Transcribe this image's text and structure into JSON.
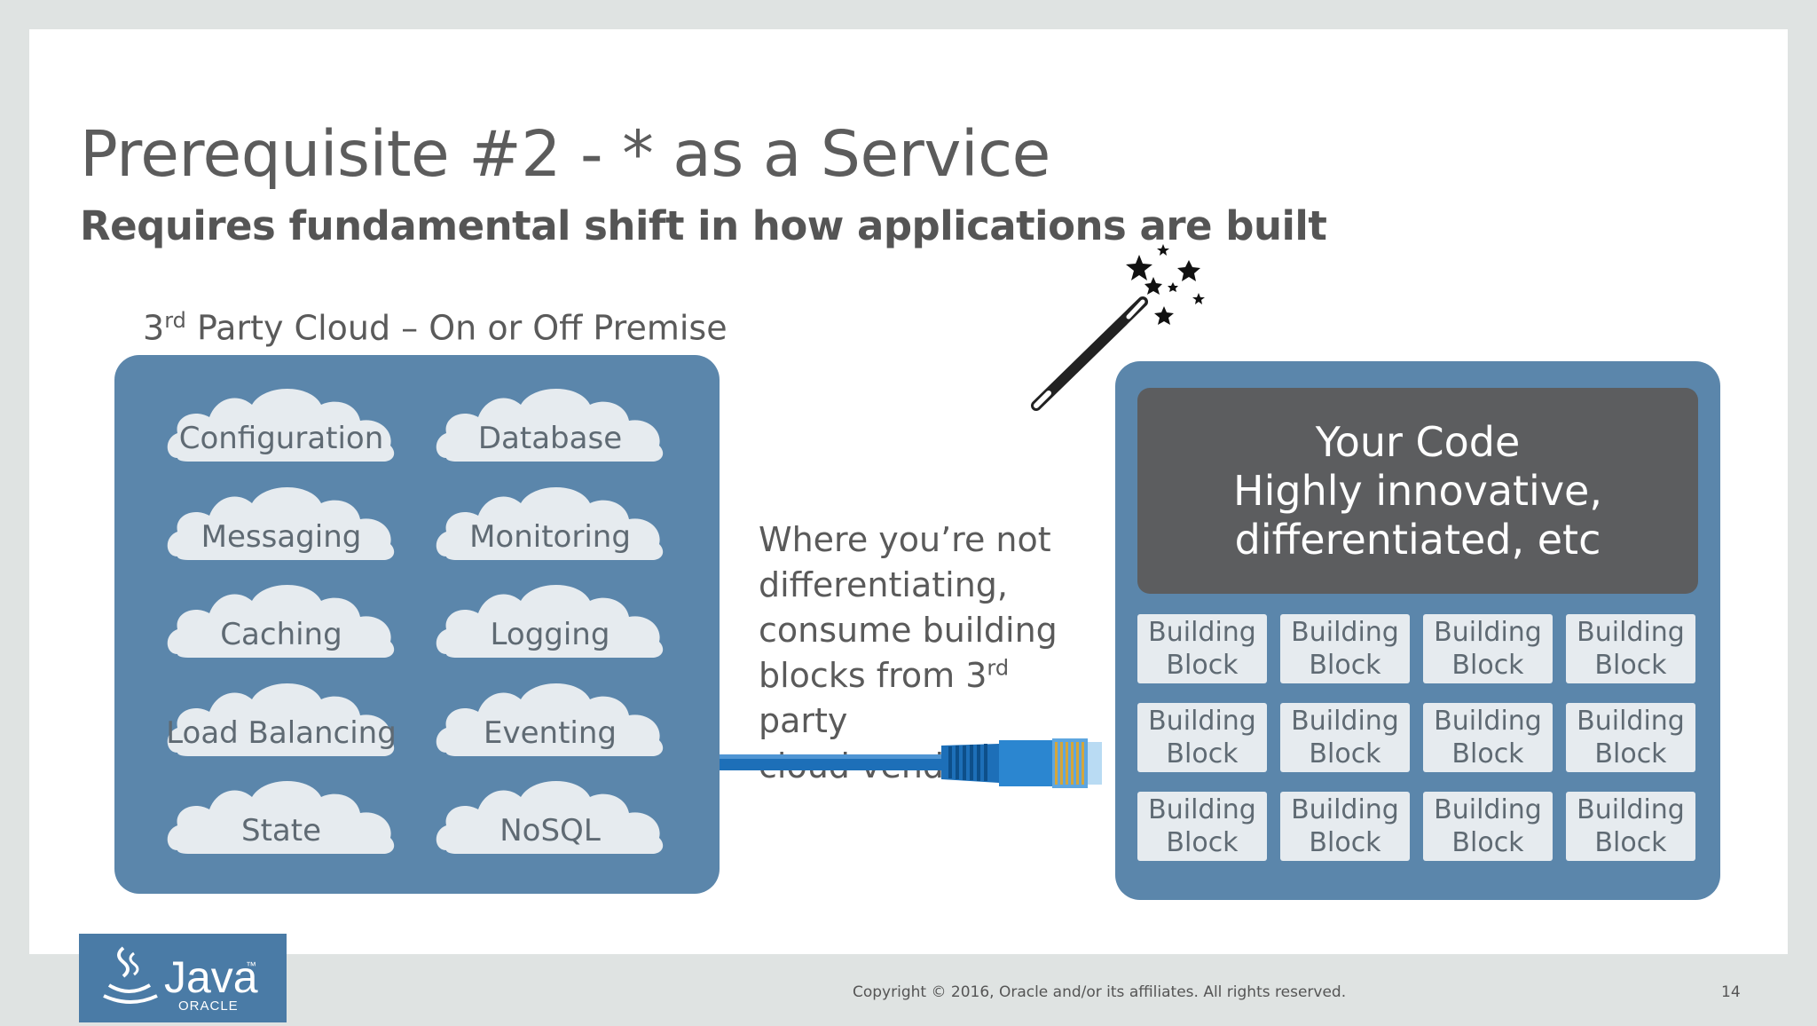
{
  "slide": {
    "title": "Prerequisite #2 - * as a Service",
    "subtitle": "Requires fundamental shift in how applications are built"
  },
  "left": {
    "label_prefix": "3",
    "label_sup": "rd",
    "label_suffix": " Party Cloud – On or Off Premise",
    "services": [
      "Configuration",
      "Database",
      "Messaging",
      "Monitoring",
      "Caching",
      "Logging",
      "Load Balancing",
      "Eventing",
      "State",
      "NoSQL"
    ]
  },
  "middle": {
    "line1": "Where you’re not",
    "line2": "differentiating,",
    "line3": "consume building",
    "line4_pre": "blocks from 3",
    "line4_sup": "rd",
    "line4_post": " party",
    "line5": "cloud vendor"
  },
  "right": {
    "code_line1": "Your Code",
    "code_line2": "Highly innovative,",
    "code_line3": "differentiated, etc",
    "block_line1": "Building",
    "block_line2": "Block",
    "block_count": 12
  },
  "logo": {
    "name": "Java",
    "tm": "™",
    "sub": "ORACLE"
  },
  "footer": {
    "copyright": "Copyright © 2016, Oracle and/or its affiliates. All rights reserved.",
    "page": "14"
  },
  "colors": {
    "panel": "#5b86ab",
    "cloud": "#e6ebef",
    "code_box": "#5c5d5f",
    "cable": "#1d6fb8"
  },
  "icons": [
    "magic-wand-icon",
    "network-cable-icon",
    "java-logo-icon",
    "cloud-icon"
  ]
}
